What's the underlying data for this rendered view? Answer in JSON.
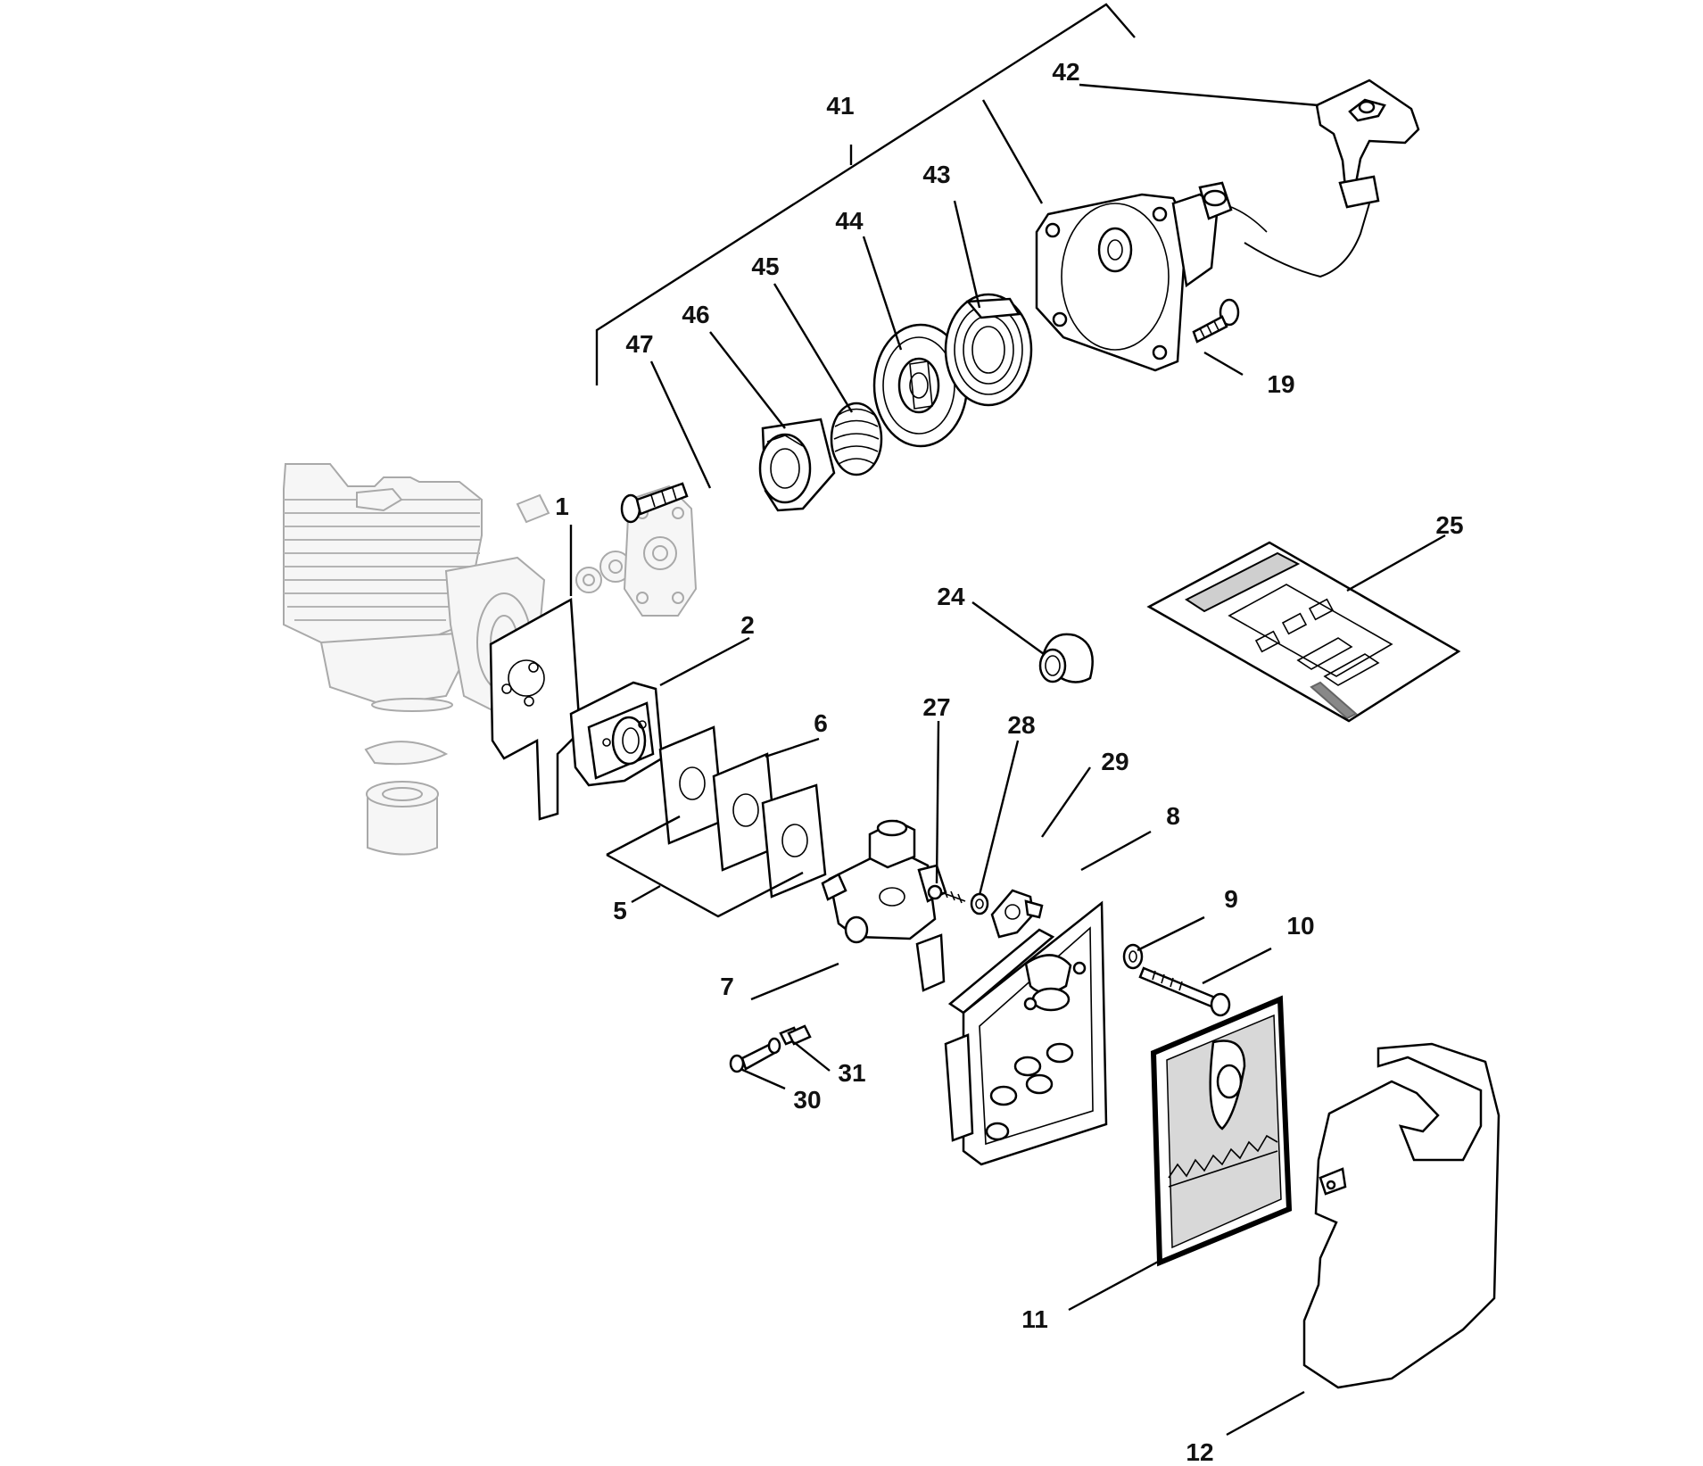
{
  "callouts": {
    "c1": "1",
    "c2": "2",
    "c5": "5",
    "c6": "6",
    "c7": "7",
    "c8": "8",
    "c9": "9",
    "c10": "10",
    "c11": "11",
    "c12": "12",
    "c19": "19",
    "c24": "24",
    "c25": "25",
    "c27": "27",
    "c28": "28",
    "c29": "29",
    "c30": "30",
    "c31": "31",
    "c41": "41",
    "c42": "42",
    "c43": "43",
    "c44": "44",
    "c45": "45",
    "c46": "46",
    "c47": "47"
  },
  "colors": {
    "ink": "#000000",
    "ghost_outline": "#a9a9a9",
    "filter_mesh": "#d8d8d8",
    "background": "#ffffff"
  }
}
